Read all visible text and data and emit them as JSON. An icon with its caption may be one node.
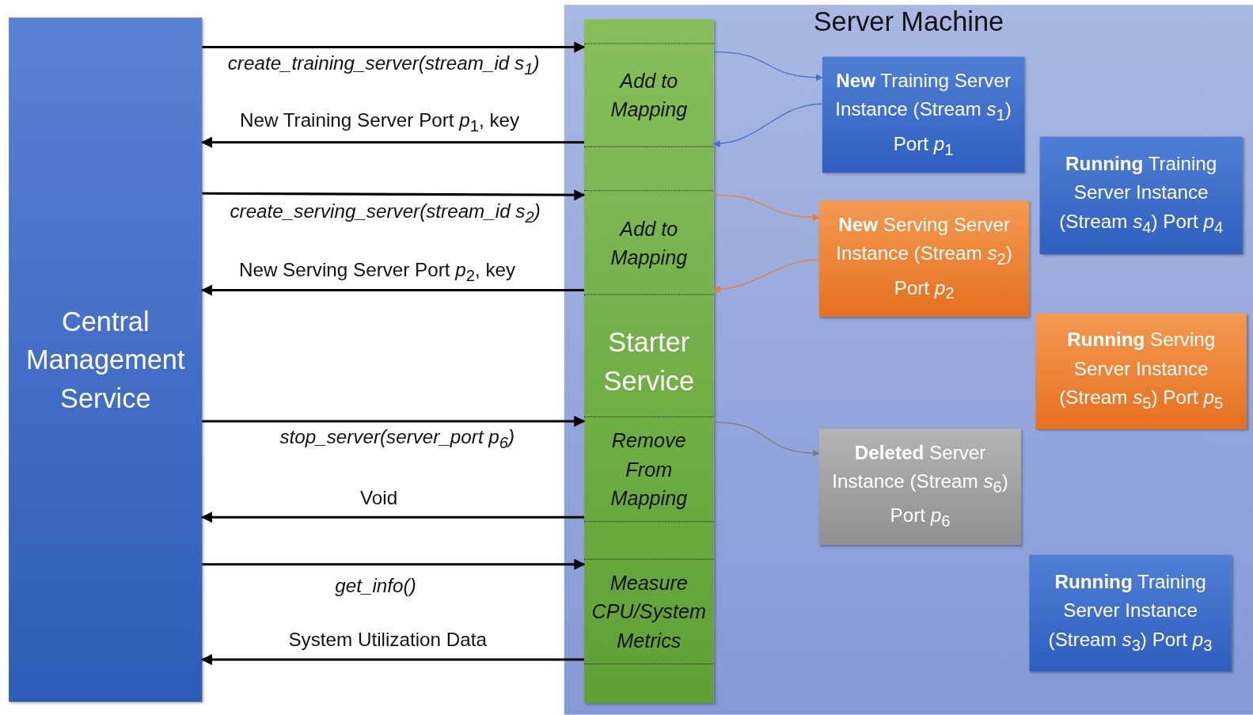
{
  "diagram": {
    "nodes": [
      {
        "text": [
          "Central Management Service"
        ]
      },
      {
        "text": [
          "Server Machine"
        ]
      },
      {
        "text": [
          "Starter Service"
        ],
        "in": 1
      },
      {
        "text": [
          "Add to Mapping"
        ],
        "in": 2
      },
      {
        "text": [
          "Add to Mapping"
        ],
        "in": 2
      },
      {
        "text": [
          "Remove From Mapping"
        ],
        "in": 2
      },
      {
        "text": [
          "Measure CPU/System Metrics"
        ],
        "in": 2
      },
      {
        "text": [
          "**New** Training Server Instance (Stream *s*$_{1}$) Port *p*$_{1}$"
        ],
        "in": 1
      },
      {
        "text": [
          "**Running** Training Server Instance (Stream *s*$_{4}$) Port *p*$_{4}$"
        ],
        "in": 1
      },
      {
        "text": [
          "**New** Serving Server Instance (Stream *s*$_{2}$) Port *p*$_{2}$"
        ],
        "in": 1
      },
      {
        "text": [
          "**Running** Serving Server Instance (Stream *s*$_{5}$) Port *p*$_{5}$"
        ],
        "in": 1
      },
      {
        "text": [
          "**Deleted** Server Instance (Stream *s*$_{6}$) Port *p*$_{6}$"
        ],
        "in": 1
      },
      {
        "text": [
          "**Running** Training Server Instance (Stream *s*$_{3}$) Port *p*$_{3}$"
        ],
        "in": 1
      }
    ],
    "edges": [
      {
        "from": 0,
        "to": 3,
        "arrow": "to",
        "label": "create_training_server(stream_id s$_{1}$)"
      },
      {
        "from": 3,
        "to": 0,
        "arrow": "to",
        "label": "New Training Server Port *p*$_{1}$, key"
      },
      {
        "from": 0,
        "to": 4,
        "arrow": "to",
        "label": "create_serving_server(stream_id s$_{2}$)"
      },
      {
        "from": 4,
        "to": 0,
        "arrow": "to",
        "label": "New Serving Server Port *p*$_{2}$, key"
      },
      {
        "from": 0,
        "to": 5,
        "arrow": "to",
        "label": "stop_server(server_port p$_{6}$)"
      },
      {
        "from": 5,
        "to": 0,
        "arrow": "to",
        "label": "Void"
      },
      {
        "from": 0,
        "to": 6,
        "arrow": "to",
        "label": "get_info()"
      },
      {
        "from": 6,
        "to": 0,
        "arrow": "to",
        "label": "System Utilization Data"
      },
      {
        "from": 3,
        "to": 7,
        "arrow": "to",
        "color": "#4472c4"
      },
      {
        "from": 7,
        "to": 3,
        "arrow": "to",
        "color": "#4472c4"
      },
      {
        "from": 4,
        "to": 9,
        "arrow": "to",
        "color": "#ed7d31"
      },
      {
        "from": 9,
        "to": 4,
        "arrow": "to",
        "color": "#ed7d31"
      },
      {
        "from": 5,
        "to": 11,
        "arrow": "to",
        "color": "#7f7f7f"
      }
    ]
  }
}
